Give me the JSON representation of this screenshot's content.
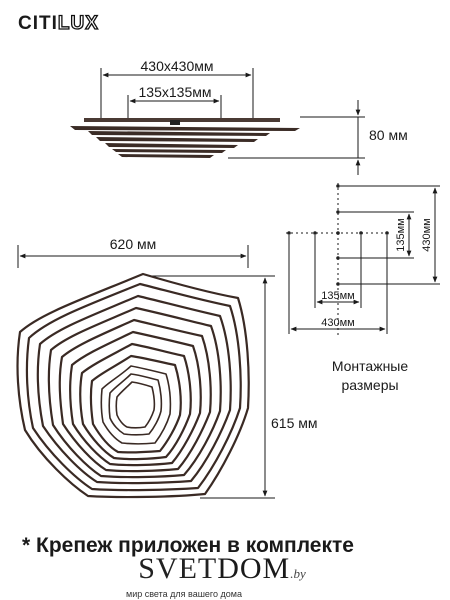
{
  "brand": {
    "part1": "CITI",
    "part2": "LUX"
  },
  "top_view": {
    "outer_width": "430x430мм",
    "inner_width": "135x135мм",
    "height": "80 мм"
  },
  "front_view": {
    "width": "620 мм",
    "height": "615 мм"
  },
  "mounting": {
    "v_small": "135мм",
    "v_large": "430мм",
    "h_small": "135мм",
    "h_large": "430мм",
    "caption_line1": "Монтажные",
    "caption_line2": "размеры"
  },
  "footnote": "* Крепеж приложен в комплекте",
  "footer": {
    "site_main": "SVET",
    "site_dom": "DOM",
    "site_suffix": ".by",
    "tagline": "мир света для вашего дома"
  }
}
